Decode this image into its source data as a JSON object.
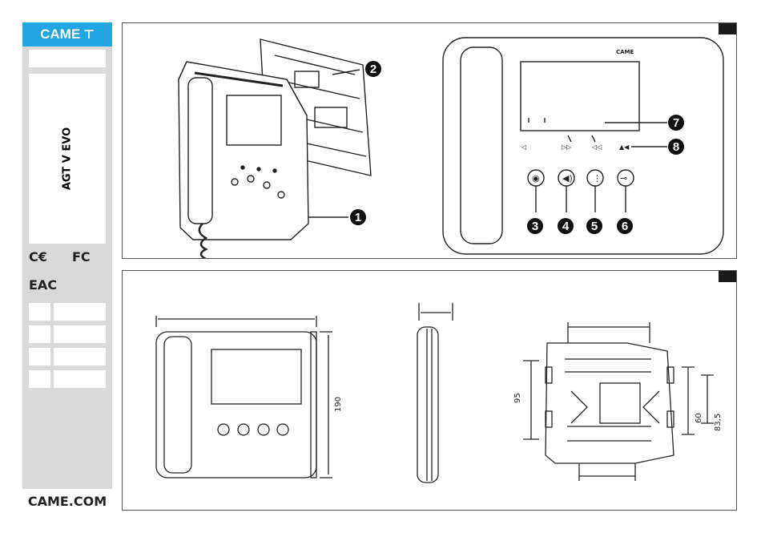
{
  "sidebar": {
    "brand": "CAME",
    "model": "AGT V EVO",
    "cert_ce": "C€",
    "cert_fc": "FC",
    "cert_eac": "EAC",
    "website": "CAME.COM"
  },
  "callouts": {
    "c1": "1",
    "c2": "2",
    "c3": "3",
    "c4": "4",
    "c5": "5",
    "c6": "6",
    "c7": "7",
    "c8": "8"
  },
  "dimensions": {
    "width_190": "190",
    "height_95": "95",
    "height_60": "60",
    "height_83_5": "83,5"
  },
  "icons": [
    "camera-switch-icon",
    "speaker-icon",
    "menu-dots-icon",
    "key-icon"
  ]
}
